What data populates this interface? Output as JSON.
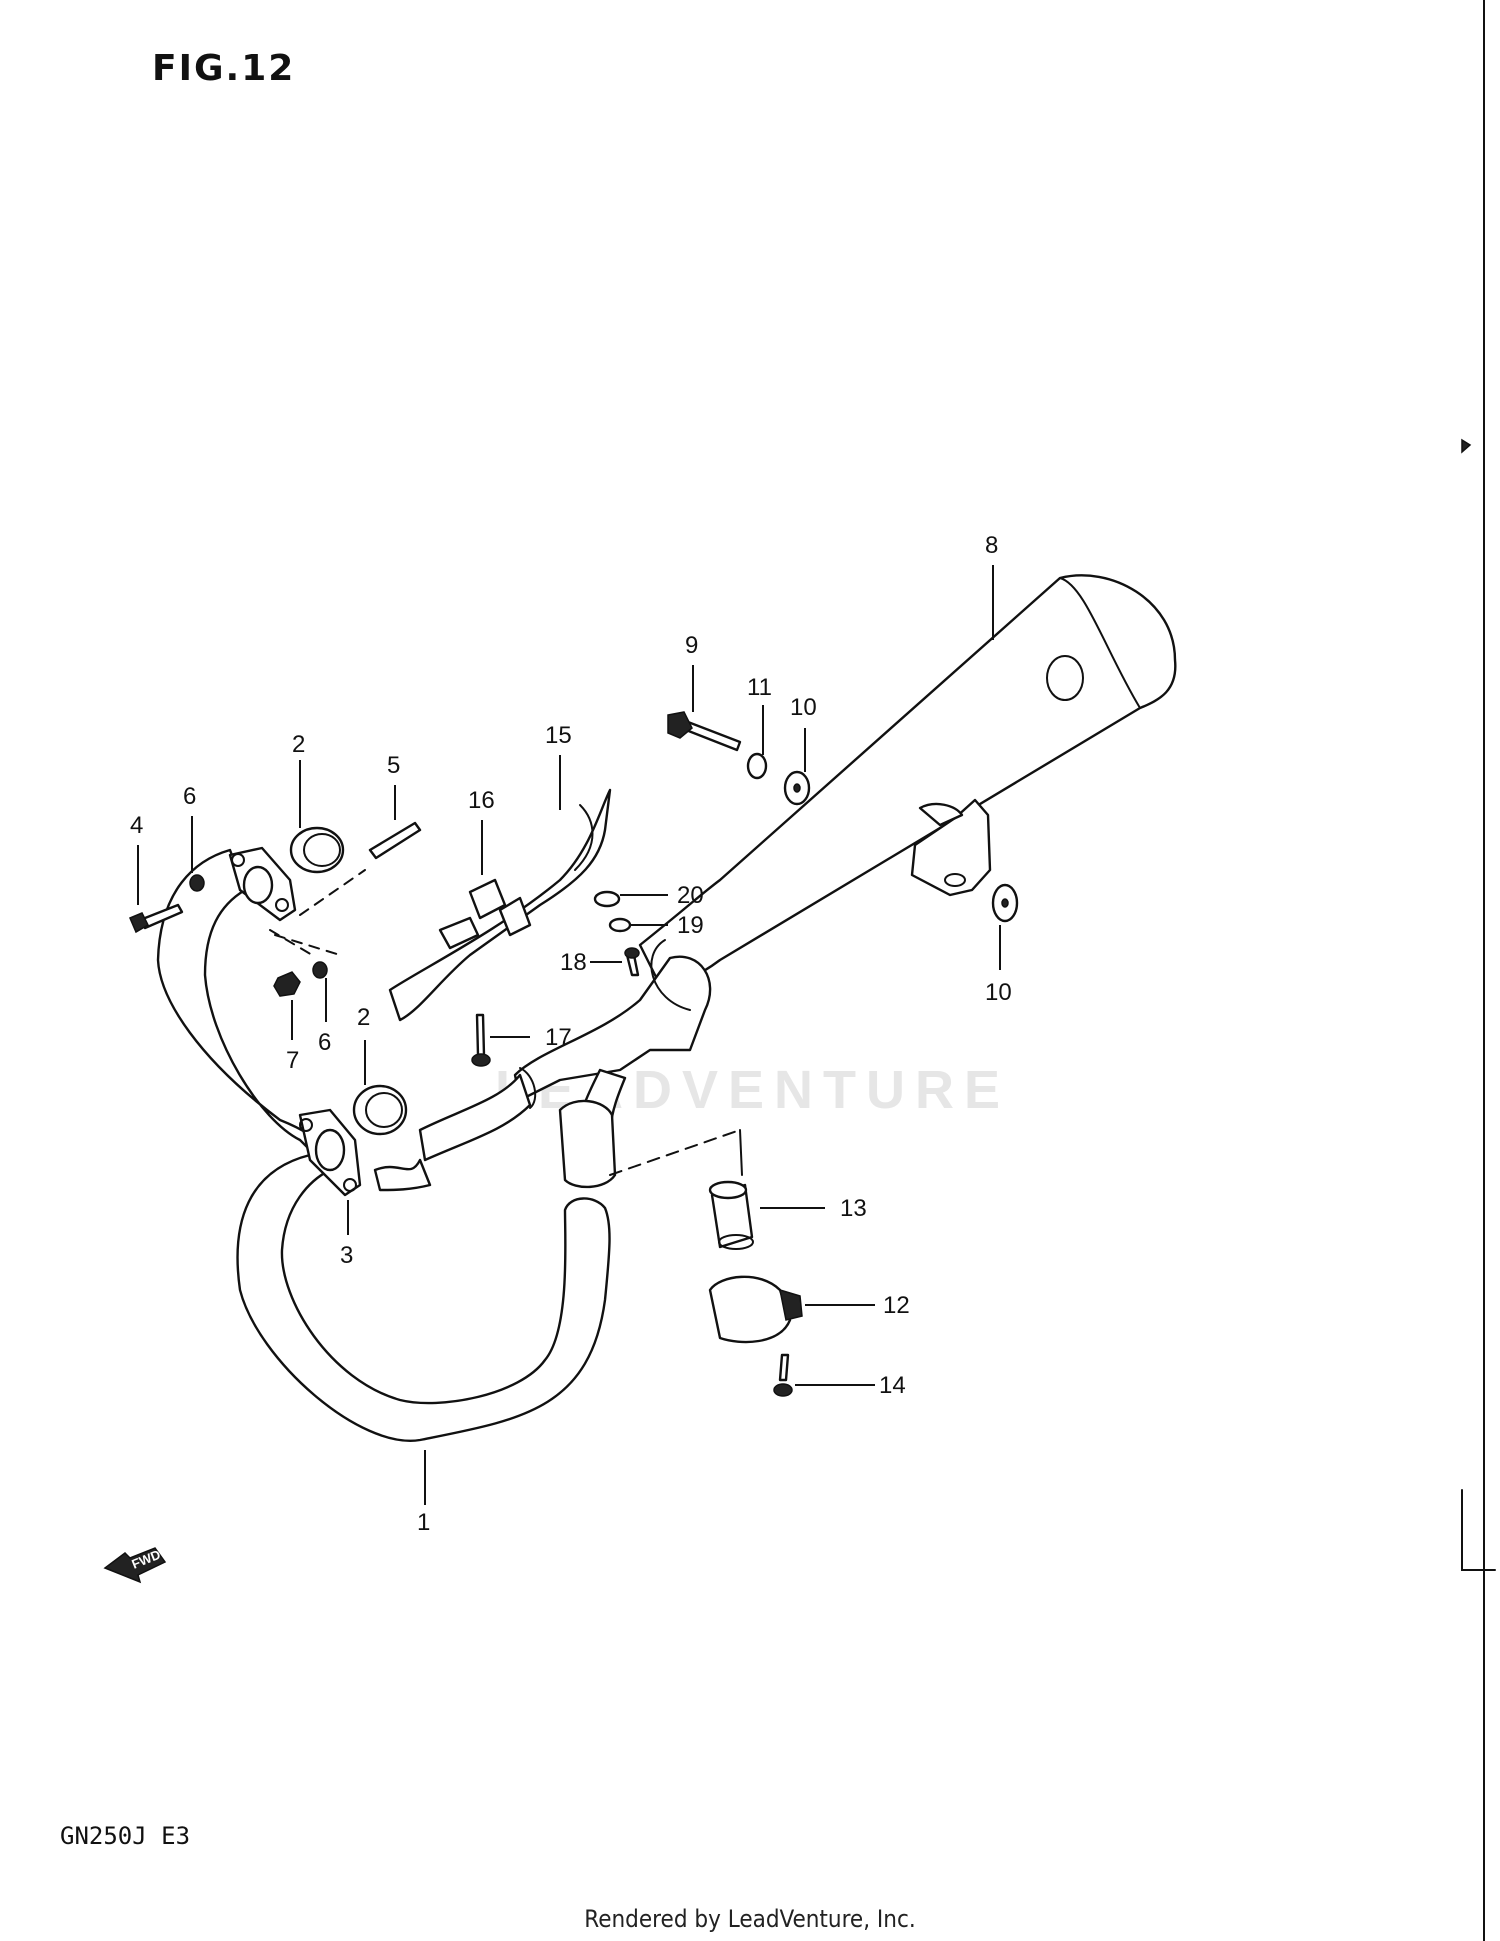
{
  "figure": {
    "title": "FIG.12"
  },
  "model": "GN250J  E3",
  "footer": "Rendered by LeadVenture, Inc.",
  "watermark": "LEADVENTURE",
  "fwd_label": "FWD",
  "callouts": [
    {
      "id": "1",
      "label": "1"
    },
    {
      "id": "2a",
      "label": "2"
    },
    {
      "id": "2b",
      "label": "2"
    },
    {
      "id": "3",
      "label": "3"
    },
    {
      "id": "4",
      "label": "4"
    },
    {
      "id": "5",
      "label": "5"
    },
    {
      "id": "6a",
      "label": "6"
    },
    {
      "id": "6b",
      "label": "6"
    },
    {
      "id": "7",
      "label": "7"
    },
    {
      "id": "8",
      "label": "8"
    },
    {
      "id": "9",
      "label": "9"
    },
    {
      "id": "10a",
      "label": "10"
    },
    {
      "id": "10b",
      "label": "10"
    },
    {
      "id": "11",
      "label": "11"
    },
    {
      "id": "12",
      "label": "12"
    },
    {
      "id": "13",
      "label": "13"
    },
    {
      "id": "14",
      "label": "14"
    },
    {
      "id": "15",
      "label": "15"
    },
    {
      "id": "16",
      "label": "16"
    },
    {
      "id": "17",
      "label": "17"
    },
    {
      "id": "18",
      "label": "18"
    },
    {
      "id": "19",
      "label": "19"
    },
    {
      "id": "20",
      "label": "20"
    }
  ]
}
